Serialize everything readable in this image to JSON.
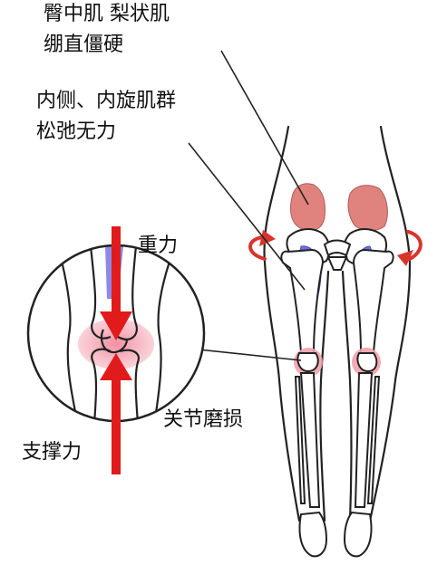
{
  "labels": {
    "gluteus_line1": "臀中肌  梨状肌",
    "gluteus_line2": "绷直僵硬",
    "medial_line1": "内侧、内旋肌群",
    "medial_line2": "松弛无力",
    "gravity": "重力",
    "support": "支撑力",
    "joint_wear": "关节磨损"
  },
  "colors": {
    "gluteus_muscle": "#e0837e",
    "medial_muscle": "#6f6ee0",
    "joint_highlight": "#f4a0ad",
    "force_arrow": "#e11b1b",
    "rotation_arrow": "#d9342b",
    "outline": "#222222"
  },
  "icons": {
    "gravity_arrow": "arrow-down",
    "support_arrow": "arrow-up",
    "rotation_arrows": "curved-arrow"
  }
}
